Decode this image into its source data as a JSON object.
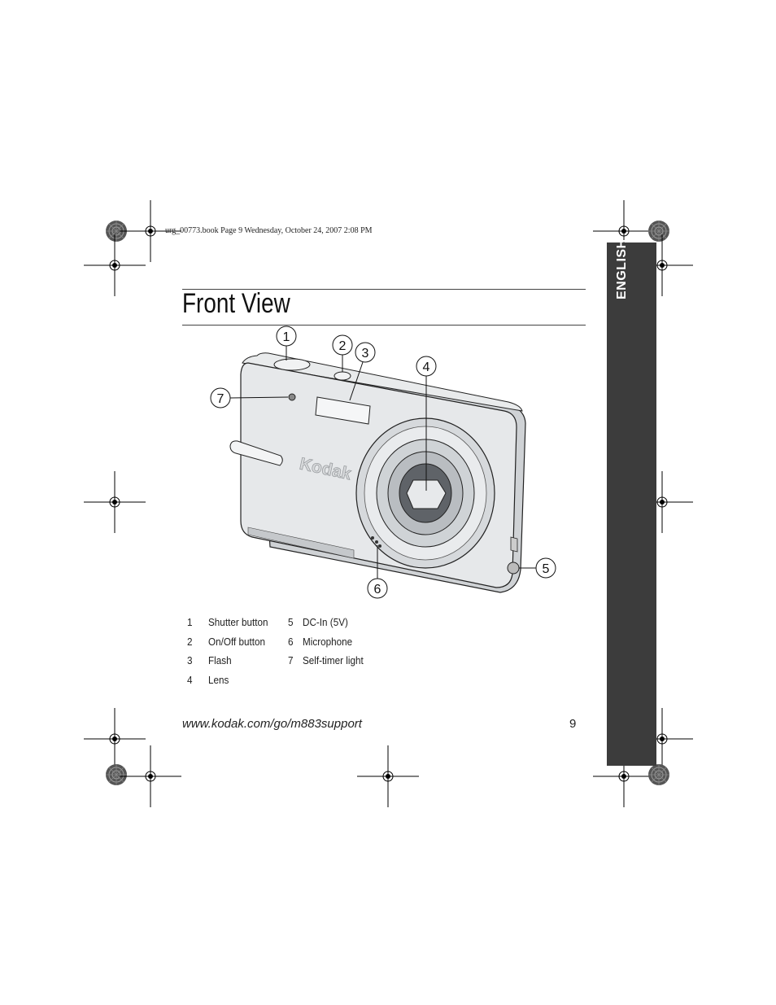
{
  "header": {
    "book_info": "urg_00773.book  Page 9  Wednesday, October 24, 2007  2:08 PM"
  },
  "page": {
    "title": "Front View",
    "language_tab": "ENGLISH",
    "footer_url": "www.kodak.com/go/m883support",
    "page_number": "9"
  },
  "figure": {
    "brand_logo": "Kodak",
    "callouts": [
      "1",
      "2",
      "3",
      "4",
      "5",
      "6",
      "7"
    ]
  },
  "legend": [
    {
      "num": "1",
      "label": "Shutter button"
    },
    {
      "num": "2",
      "label": "On/Off button"
    },
    {
      "num": "3",
      "label": "Flash"
    },
    {
      "num": "4",
      "label": "Lens"
    },
    {
      "num": "5",
      "label": "DC-In (5V)"
    },
    {
      "num": "6",
      "label": "Microphone"
    },
    {
      "num": "7",
      "label": "Self-timer light"
    }
  ],
  "colors": {
    "tab_background": "#3c3c3c",
    "camera_body": "#e4e6e8"
  }
}
